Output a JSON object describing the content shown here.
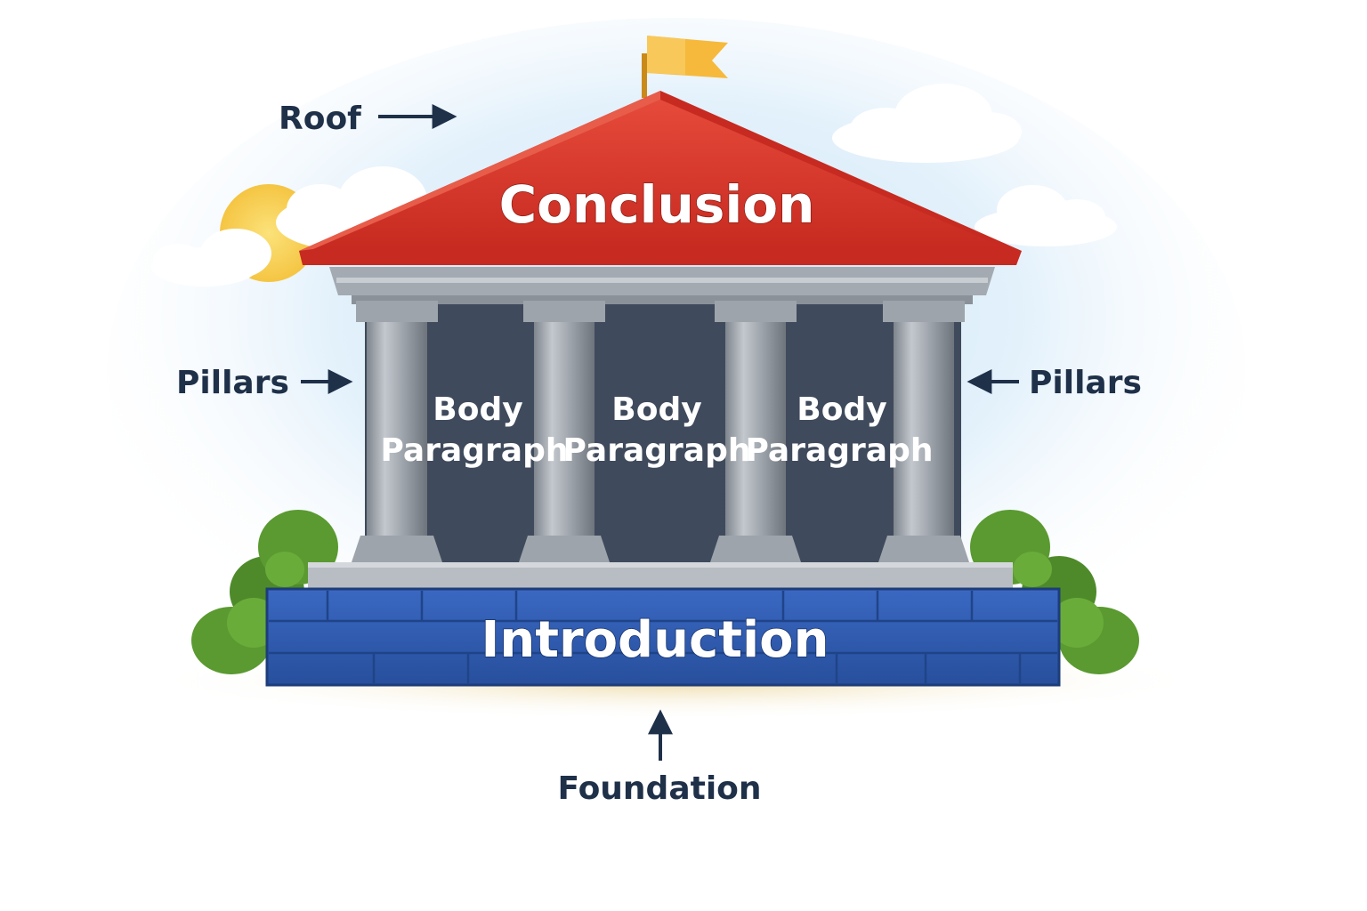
{
  "roof": {
    "label": "Conclusion",
    "color": "#d9352a"
  },
  "pillars": [
    {
      "line1": "Body",
      "line2": "Paragraph"
    },
    {
      "line1": "Body",
      "line2": "Paragraph"
    },
    {
      "line1": "Body",
      "line2": "Paragraph"
    }
  ],
  "foundation": {
    "label": "Introduction",
    "color": "#2f5bb0"
  },
  "annotations": {
    "roof": "Roof",
    "pillars_left": "Pillars",
    "pillars_right": "Pillars",
    "foundation": "Foundation"
  },
  "colors": {
    "flag": "#f6b93b",
    "stone": "#a4aab2",
    "inner_wall": "#3f4a5c",
    "sky": "#d6ebf8",
    "bush": "#4e8a2a",
    "text_dark": "#1f3049"
  },
  "icons": [
    "flag-icon",
    "sun-icon",
    "cloud-icon",
    "bush-icon",
    "arrow-right-icon",
    "arrow-left-icon",
    "arrow-up-icon"
  ]
}
